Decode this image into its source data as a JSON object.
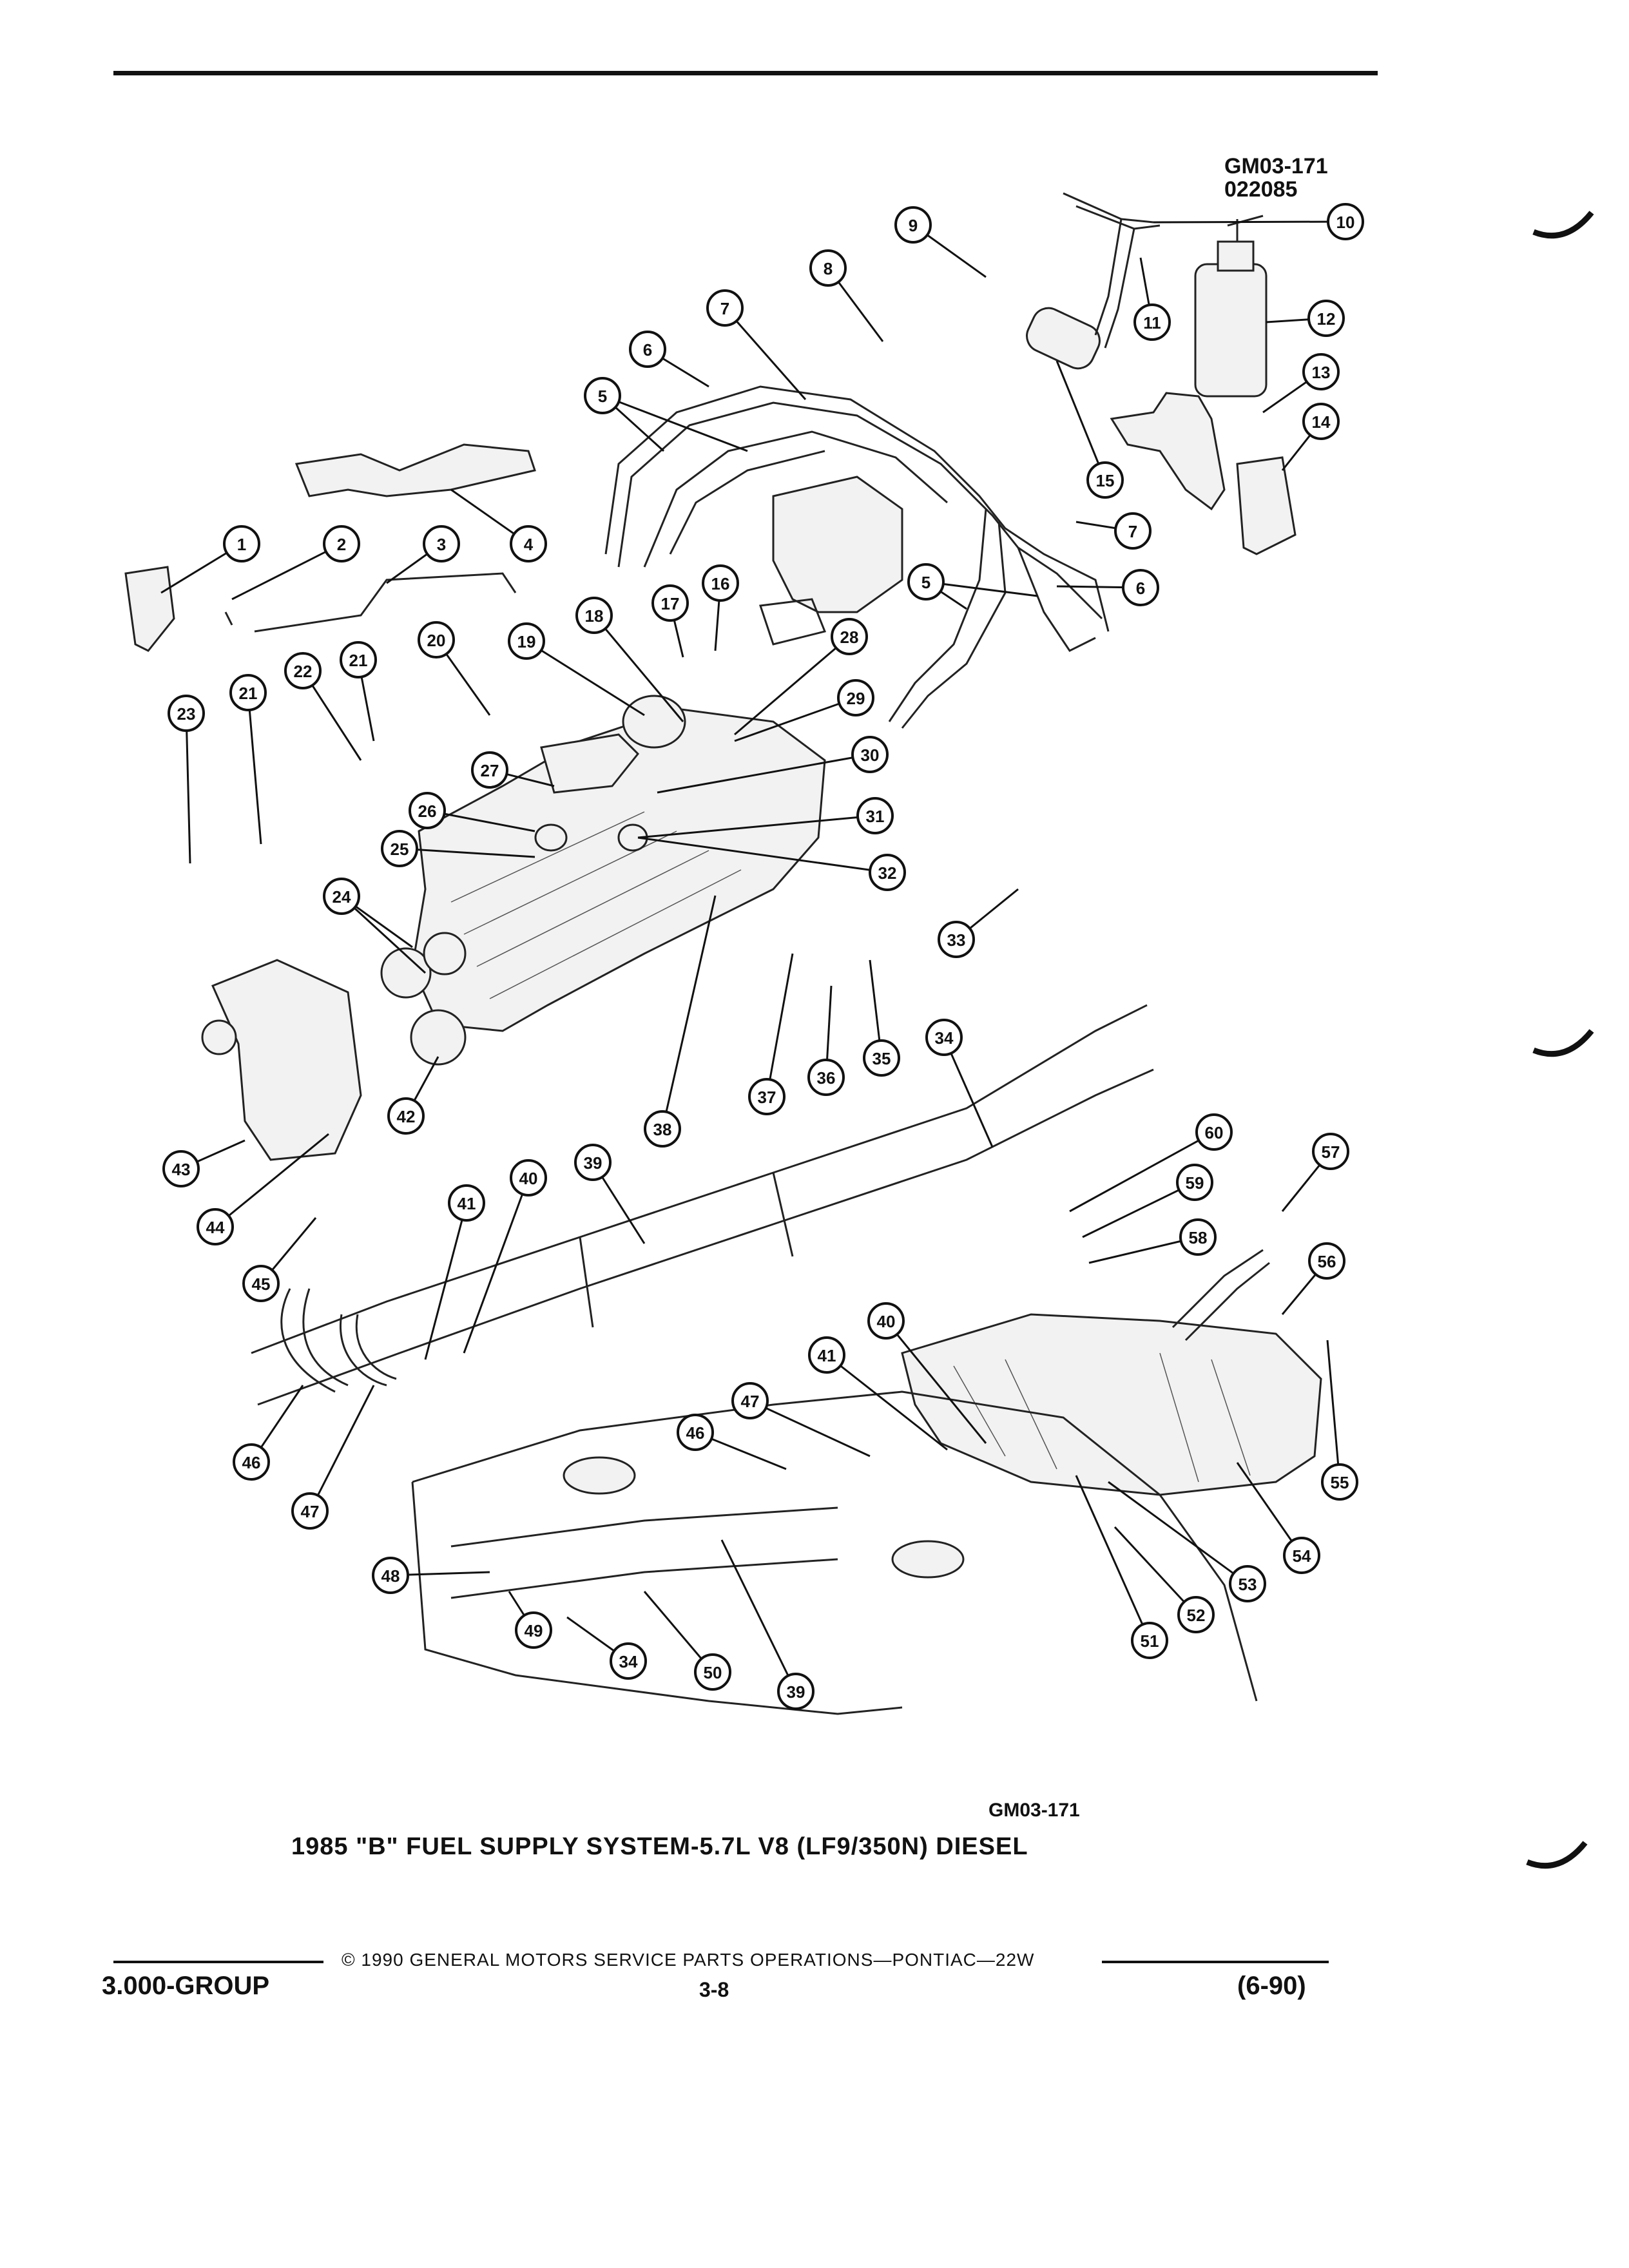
{
  "header": {
    "code_line1": "GM03-171",
    "code_line2": "022085"
  },
  "figure": {
    "bottom_code": "GM03-171",
    "caption": "1985 \"B\" FUEL SUPPLY SYSTEM-5.7L V8 (LF9/350N) DIESEL"
  },
  "footer": {
    "copyright": "© 1990 GENERAL MOTORS SERVICE PARTS OPERATIONS—PONTIAC—22W",
    "group": "3.000-GROUP",
    "page": "3-8",
    "date": "(6-90)"
  },
  "callouts": [
    {
      "n": "1"
    },
    {
      "n": "2"
    },
    {
      "n": "3"
    },
    {
      "n": "4"
    },
    {
      "n": "5"
    },
    {
      "n": "6"
    },
    {
      "n": "7"
    },
    {
      "n": "8"
    },
    {
      "n": "9"
    },
    {
      "n": "10"
    },
    {
      "n": "11"
    },
    {
      "n": "12"
    },
    {
      "n": "13"
    },
    {
      "n": "14"
    },
    {
      "n": "15"
    },
    {
      "n": "16"
    },
    {
      "n": "17"
    },
    {
      "n": "18"
    },
    {
      "n": "19"
    },
    {
      "n": "20"
    },
    {
      "n": "21"
    },
    {
      "n": "21"
    },
    {
      "n": "22"
    },
    {
      "n": "23"
    },
    {
      "n": "24"
    },
    {
      "n": "25"
    },
    {
      "n": "26"
    },
    {
      "n": "27"
    },
    {
      "n": "28"
    },
    {
      "n": "29"
    },
    {
      "n": "30"
    },
    {
      "n": "31"
    },
    {
      "n": "32"
    },
    {
      "n": "33"
    },
    {
      "n": "34"
    },
    {
      "n": "35"
    },
    {
      "n": "36"
    },
    {
      "n": "37"
    },
    {
      "n": "38"
    },
    {
      "n": "39"
    },
    {
      "n": "40"
    },
    {
      "n": "41"
    },
    {
      "n": "42"
    },
    {
      "n": "43"
    },
    {
      "n": "44"
    },
    {
      "n": "45"
    },
    {
      "n": "46"
    },
    {
      "n": "47"
    },
    {
      "n": "5"
    },
    {
      "n": "6"
    },
    {
      "n": "7"
    },
    {
      "n": "57"
    },
    {
      "n": "56"
    },
    {
      "n": "55"
    },
    {
      "n": "54"
    },
    {
      "n": "53"
    },
    {
      "n": "52"
    },
    {
      "n": "51"
    },
    {
      "n": "60"
    },
    {
      "n": "59"
    },
    {
      "n": "58"
    },
    {
      "n": "40"
    },
    {
      "n": "41"
    },
    {
      "n": "47"
    },
    {
      "n": "46"
    },
    {
      "n": "48"
    },
    {
      "n": "49"
    },
    {
      "n": "34"
    },
    {
      "n": "50"
    },
    {
      "n": "39"
    }
  ]
}
